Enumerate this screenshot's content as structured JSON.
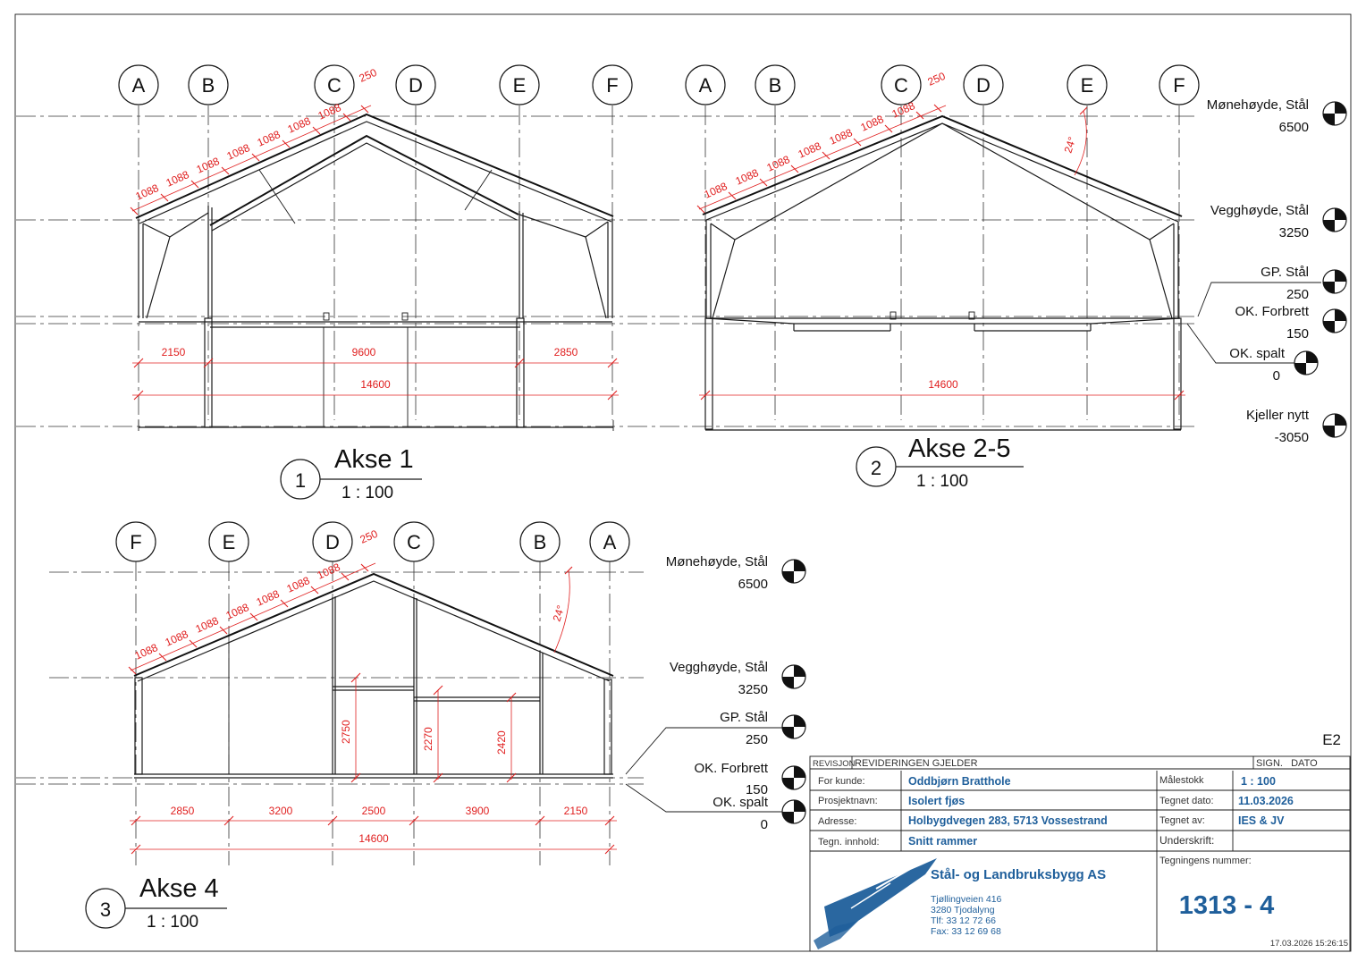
{
  "drawing": {
    "views": [
      {
        "number": "1",
        "title": "Akse 1",
        "scale": "1 : 100",
        "axes": [
          "A",
          "B",
          "C",
          "D",
          "E",
          "F"
        ],
        "rafter_dims": [
          "1088",
          "1088",
          "1088",
          "1088",
          "1088",
          "1088",
          "1088",
          "250"
        ],
        "span_dims": [
          "2150",
          "9600",
          "2850"
        ],
        "total": "14600"
      },
      {
        "number": "2",
        "title": "Akse 2-5",
        "scale": "1 : 100",
        "axes": [
          "A",
          "B",
          "C",
          "D",
          "E",
          "F"
        ],
        "rafter_dims": [
          "1088",
          "1088",
          "1088",
          "1088",
          "1088",
          "1088",
          "1088",
          "250"
        ],
        "total": "14600",
        "angle": "24°"
      },
      {
        "number": "3",
        "title": "Akse 4",
        "scale": "1 : 100",
        "axes": [
          "F",
          "E",
          "D",
          "C",
          "B",
          "A"
        ],
        "rafter_dims": [
          "1088",
          "1088",
          "1088",
          "1088",
          "1088",
          "1088",
          "1088",
          "250"
        ],
        "span_dims": [
          "2850",
          "3200",
          "2500",
          "3900",
          "2150"
        ],
        "total": "14600",
        "heights": [
          "2750",
          "2270",
          "2420"
        ],
        "angle": "24°"
      }
    ],
    "levels_top": [
      {
        "name": "Mønehøyde, Stål",
        "value": "6500"
      },
      {
        "name": "Vegghøyde, Stål",
        "value": "3250"
      },
      {
        "name": "GP. Stål",
        "value": "250"
      },
      {
        "name": "OK. Forbrett",
        "value": "150"
      },
      {
        "name": "OK. spalt",
        "value": "0"
      },
      {
        "name": "Kjeller nytt",
        "value": "-3050"
      }
    ],
    "levels_bottom": [
      {
        "name": "Mønehøyde, Stål",
        "value": "6500"
      },
      {
        "name": "Vegghøyde, Stål",
        "value": "3250"
      },
      {
        "name": "GP. Stål",
        "value": "250"
      },
      {
        "name": "OK. Forbrett",
        "value": "150"
      },
      {
        "name": "OK. spalt",
        "value": "0"
      }
    ]
  },
  "titleblock": {
    "sheet_code": "E2",
    "rev_label": "REVISJON",
    "rev_applies": "REVIDERINGEN GJELDER",
    "sign_date": "SIGN.   DATO",
    "customer_label": "For kunde:",
    "customer": "Oddbjørn Bratthole",
    "project_label": "Prosjektnavn:",
    "project": "Isolert fjøs",
    "address_label": "Adresse:",
    "address": "Holbygdvegen 283, 5713 Vossestrand",
    "content_label": "Tegn. innhold:",
    "content": "Snitt rammer",
    "scale_label": "Målestokk",
    "scale": "1 : 100",
    "drawn_date_label": "Tegnet dato:",
    "drawn_date": "11.03.2026",
    "drawn_by_label": "Tegnet av:",
    "drawn_by": "IES & JV",
    "signature_label": "Underskrift:",
    "drawing_number_label": "Tegningens nummer:",
    "drawing_number": "1313 - 4",
    "company": {
      "name": "Stål- og Landbruksbygg AS",
      "street": "Tjøllingveien 416",
      "city": "3280 Tjodalyng",
      "phone": "Tlf: 33 12 72 66",
      "fax": "Fax: 33 12 69 68"
    },
    "timestamp": "17.03.2026 15:26:15"
  },
  "colors": {
    "dimension": "#e02020",
    "brand": "#1f5f9b",
    "line": "#1a1a1a"
  }
}
